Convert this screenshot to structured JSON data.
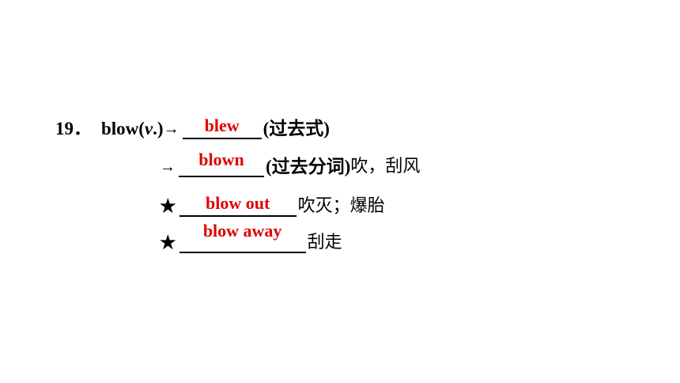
{
  "item": {
    "number": "19．",
    "word": "blow(",
    "pos": "v",
    "pos_close": ".)",
    "arrow": "→",
    "star": "★"
  },
  "lines": [
    {
      "answer": "blew",
      "note": "(过去式)"
    },
    {
      "answer": "blown",
      "note": "(过去分词)",
      "meaning": "吹，刮风"
    },
    {
      "answer": "blow out",
      "meaning": "吹灭；爆胎"
    },
    {
      "answer": "blow away",
      "meaning": "刮走"
    }
  ],
  "colors": {
    "answer": "#e00000",
    "text": "#000000"
  }
}
